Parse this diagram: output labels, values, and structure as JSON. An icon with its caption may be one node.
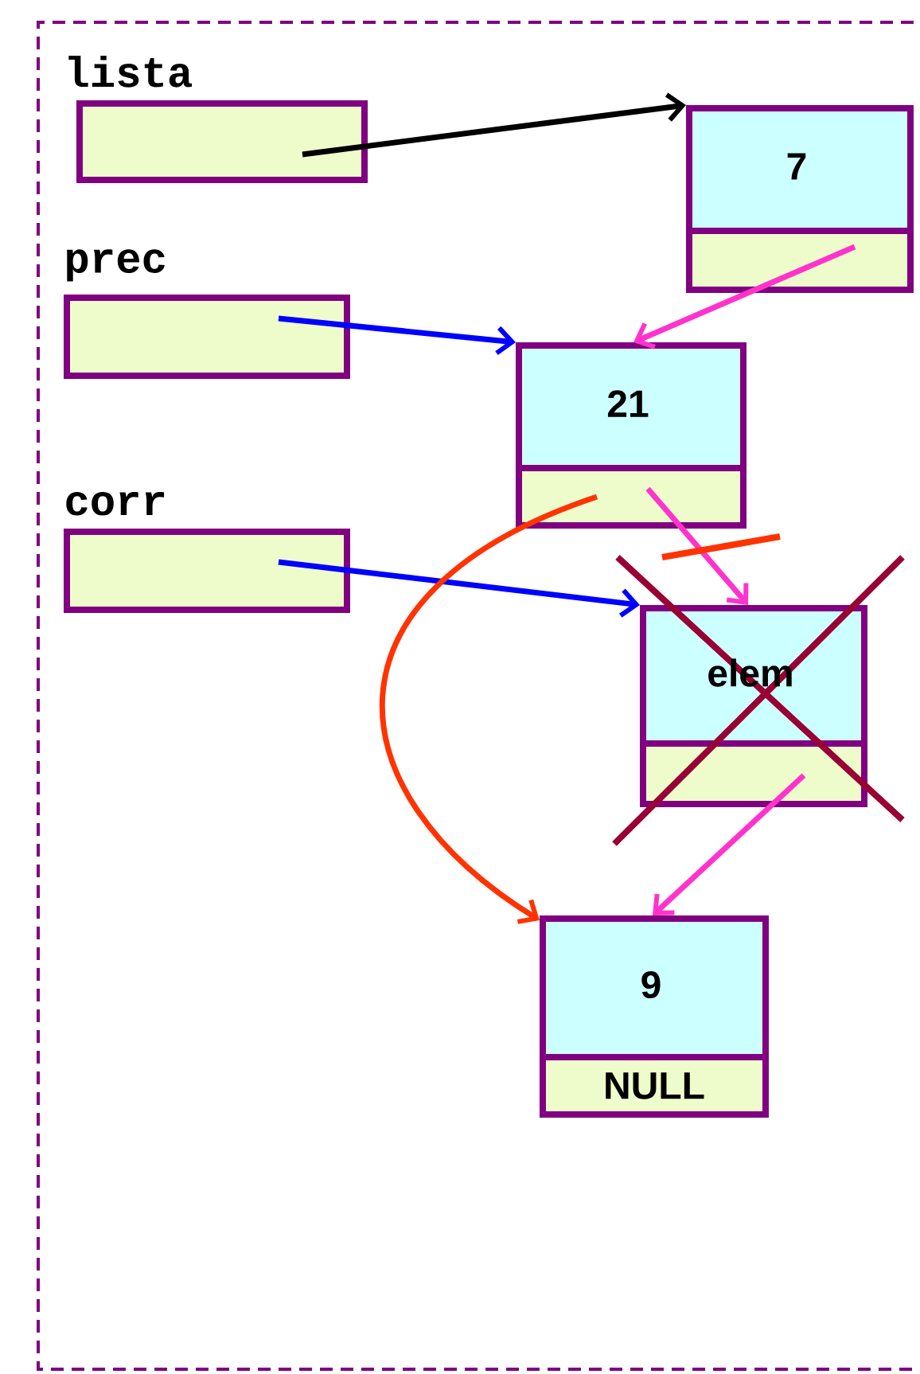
{
  "diagram": {
    "nodes": [
      {
        "text": [
          "lista"
        ]
      },
      {
        "text": [
          "prec"
        ]
      },
      {
        "text": [
          "corr"
        ]
      },
      {
        "text": [
          "7"
        ]
      },
      {
        "text": [],
        "shape": "box",
        "in": 3
      },
      {
        "text": [
          "21"
        ]
      },
      {
        "text": [],
        "shape": "box",
        "in": 5
      },
      {
        "text": [
          "elem"
        ]
      },
      {
        "text": [],
        "shape": "box",
        "in": 7
      },
      {
        "text": [
          "9"
        ]
      },
      {
        "text": [
          "NULL"
        ],
        "in": 9
      }
    ],
    "edges": [
      {
        "from": 0,
        "to": 3,
        "arrow": "to",
        "color": "#000000"
      },
      {
        "from": 4,
        "to": 5,
        "arrow": "to"
      },
      {
        "from": 1,
        "to": 5,
        "arrow": "to",
        "color": "#0000ff"
      },
      {
        "from": 6,
        "to": 7,
        "arrow": "to"
      },
      {
        "from": 2,
        "to": 7,
        "arrow": "to",
        "color": "#0000ff"
      },
      {
        "from": 6,
        "to": 9,
        "arrow": "to",
        "color": "#ff3300"
      },
      {
        "from": 8,
        "to": 9,
        "arrow": "to"
      }
    ]
  }
}
